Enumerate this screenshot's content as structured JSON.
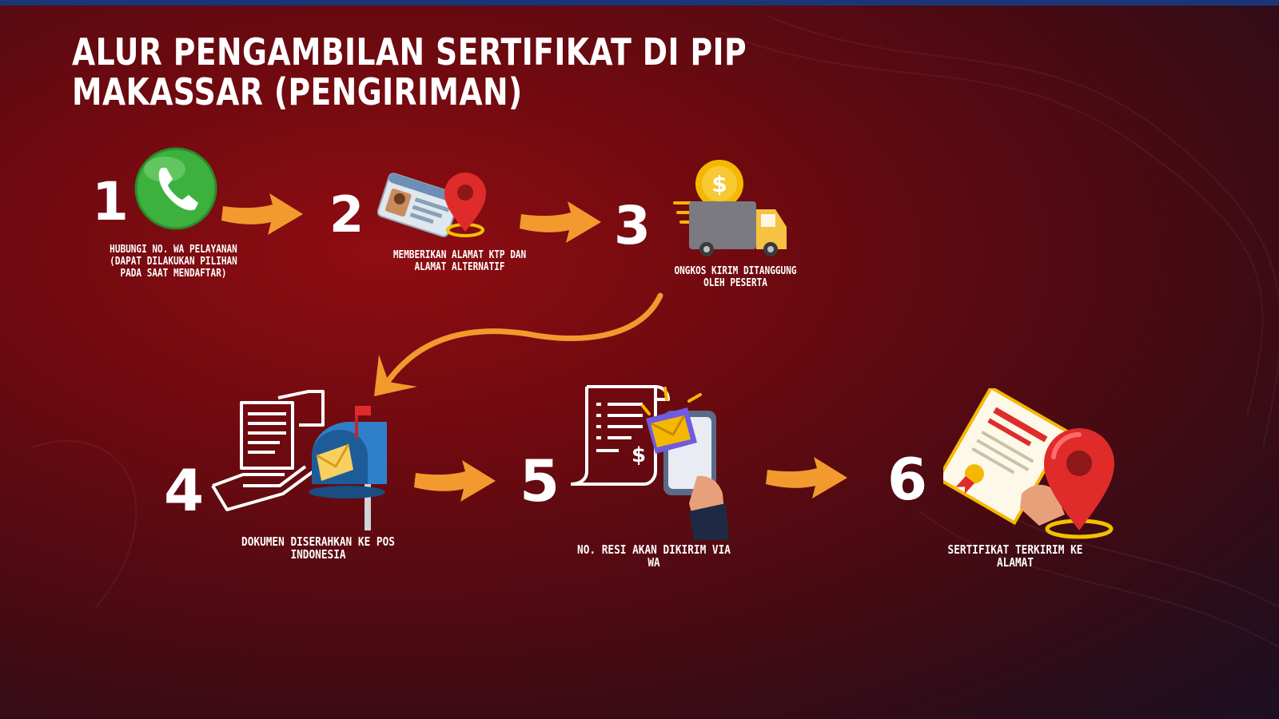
{
  "title": {
    "line1": "ALUR PENGAMBILAN SERTIFIKAT DI PIP",
    "line2": "MAKASSAR (PENGIRIMAN)"
  },
  "steps": [
    {
      "number": "1",
      "caption_lines": [
        "HUBUNGI NO. WA PELAYANAN",
        "(DAPAT DILAKUKAN PILIHAN",
        "PADA SAAT MENDAFTAR)"
      ],
      "icon": "whatsapp-phone-icon"
    },
    {
      "number": "2",
      "caption_lines": [
        "MEMBERIKAN ALAMAT KTP DAN",
        "ALAMAT ALTERNATIF"
      ],
      "icon": "id-card-location-pin-icon"
    },
    {
      "number": "3",
      "caption_lines": [
        "ONGKOS KIRIM DITANGGUNG",
        "OLEH PESERTA"
      ],
      "icon": "delivery-truck-coin-icon"
    },
    {
      "number": "4",
      "caption_lines": [
        "DOKUMEN DISERAHKAN KE POS",
        "INDONESIA"
      ],
      "icon": "document-mailbox-icon"
    },
    {
      "number": "5",
      "caption_lines": [
        "NO. RESI AKAN DIKIRIM VIA",
        "WA"
      ],
      "icon": "receipt-phone-mail-icon"
    },
    {
      "number": "6",
      "caption_lines": [
        "SERTIFIKAT TERKIRIM KE",
        "ALAMAT"
      ],
      "icon": "certificate-location-pin-icon"
    }
  ],
  "colors": {
    "arrow": "#f29a2e",
    "pin": "#e02b2b",
    "whatsapp": "#3db13d",
    "coin": "#f5b800",
    "mailbox": "#2f7fc9",
    "text": "#ffffff",
    "topbar": "#1b3576"
  }
}
